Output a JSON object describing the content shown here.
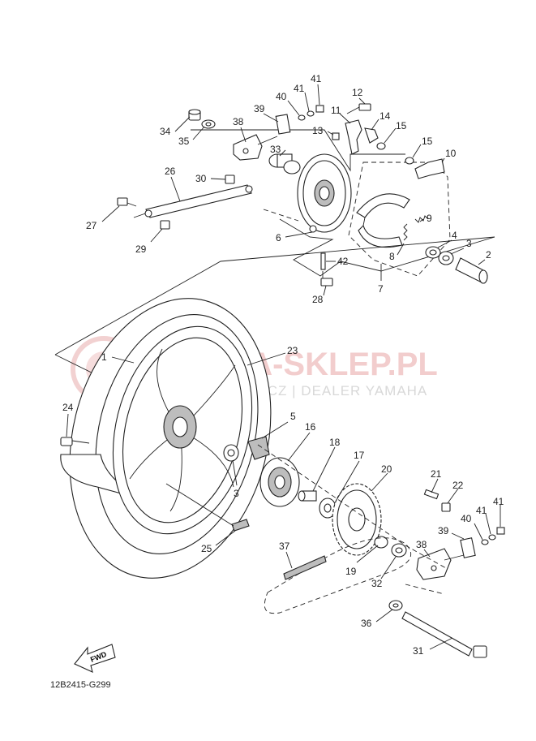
{
  "diagram_code": "12B2415-G299",
  "fwd_label": "FWD",
  "watermark": {
    "title": "AMA-SKLEP.PL",
    "subtitle": "OJCIE   OWICZ | DEALER YAMAHA"
  },
  "callouts": [
    "1",
    "2",
    "3",
    "3",
    "4",
    "5",
    "6",
    "7",
    "8",
    "9",
    "10",
    "11",
    "12",
    "13",
    "14",
    "15",
    "15",
    "16",
    "17",
    "18",
    "19",
    "20",
    "21",
    "22",
    "23",
    "24",
    "25",
    "26",
    "27",
    "28",
    "29",
    "30",
    "31",
    "32",
    "33",
    "34",
    "35",
    "36",
    "37",
    "38",
    "38",
    "39",
    "39",
    "40",
    "40",
    "41",
    "41",
    "41",
    "42"
  ]
}
